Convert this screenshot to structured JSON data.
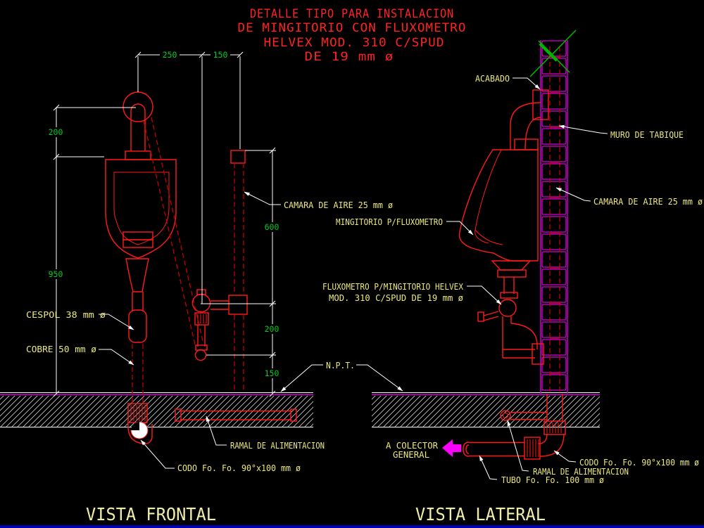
{
  "title": {
    "line1": "DETALLE TIPO PARA INSTALACION",
    "line2": "DE MINGITORIO CON FLUXOMETRO",
    "line3": "HELVEX MOD. 310 C/SPUD",
    "line4": "DE 19 mm ø"
  },
  "dimensions": {
    "top_width_1": "250",
    "top_width_2": "150",
    "left_height_1": "200",
    "left_height_2": "950",
    "right_height_1": "600",
    "right_height_2": "200",
    "right_height_3": "150"
  },
  "labels_front": {
    "camara": "CAMARA DE AIRE 25 mm ø",
    "cespol": "CESPOL 38 mm ø",
    "cobre": "COBRE 50 mm ø",
    "ramal": "RAMAL DE ALIMENTACION",
    "codo": "CODO Fo. Fo. 90°x100 mm ø"
  },
  "labels_center": {
    "mingitorio": "MINGITORIO P/FLUXOMETRO",
    "fluxometro_line1": "FLUXOMETRO P/MINGITORIO HELVEX",
    "fluxometro_line2": "MOD. 310 C/SPUD DE 19 mm ø",
    "npt": "N.P.T."
  },
  "labels_lateral": {
    "acabado": "ACABADO",
    "muro": "MURO DE TABIQUE",
    "camara": "CAMARA DE AIRE 25 mm ø",
    "colector_line1": "A COLECTOR",
    "colector_line2": "GENERAL",
    "codo": "CODO Fo. Fo. 90°x100 mm ø",
    "ramal": "RAMAL DE ALIMENTACION",
    "tubo": "TUBO Fo. Fo. 100 mm ø"
  },
  "view_titles": {
    "frontal": "VISTA FRONTAL",
    "lateral": "VISTA LATERAL"
  },
  "colors": {
    "background": "#000000",
    "drawing_red": "#ff1a1a",
    "hidden_red": "#c00000",
    "dimension_green": "#00cc22",
    "label_yellow": "#ece87a",
    "view_title_yellow": "#f0edaa",
    "wall_magenta": "#d400d4",
    "arrow_magenta": "#ff00ff",
    "dimension_white": "#ffffff",
    "bottom_bar_blue": "#0000b3",
    "break_mark_green": "#00b400"
  }
}
